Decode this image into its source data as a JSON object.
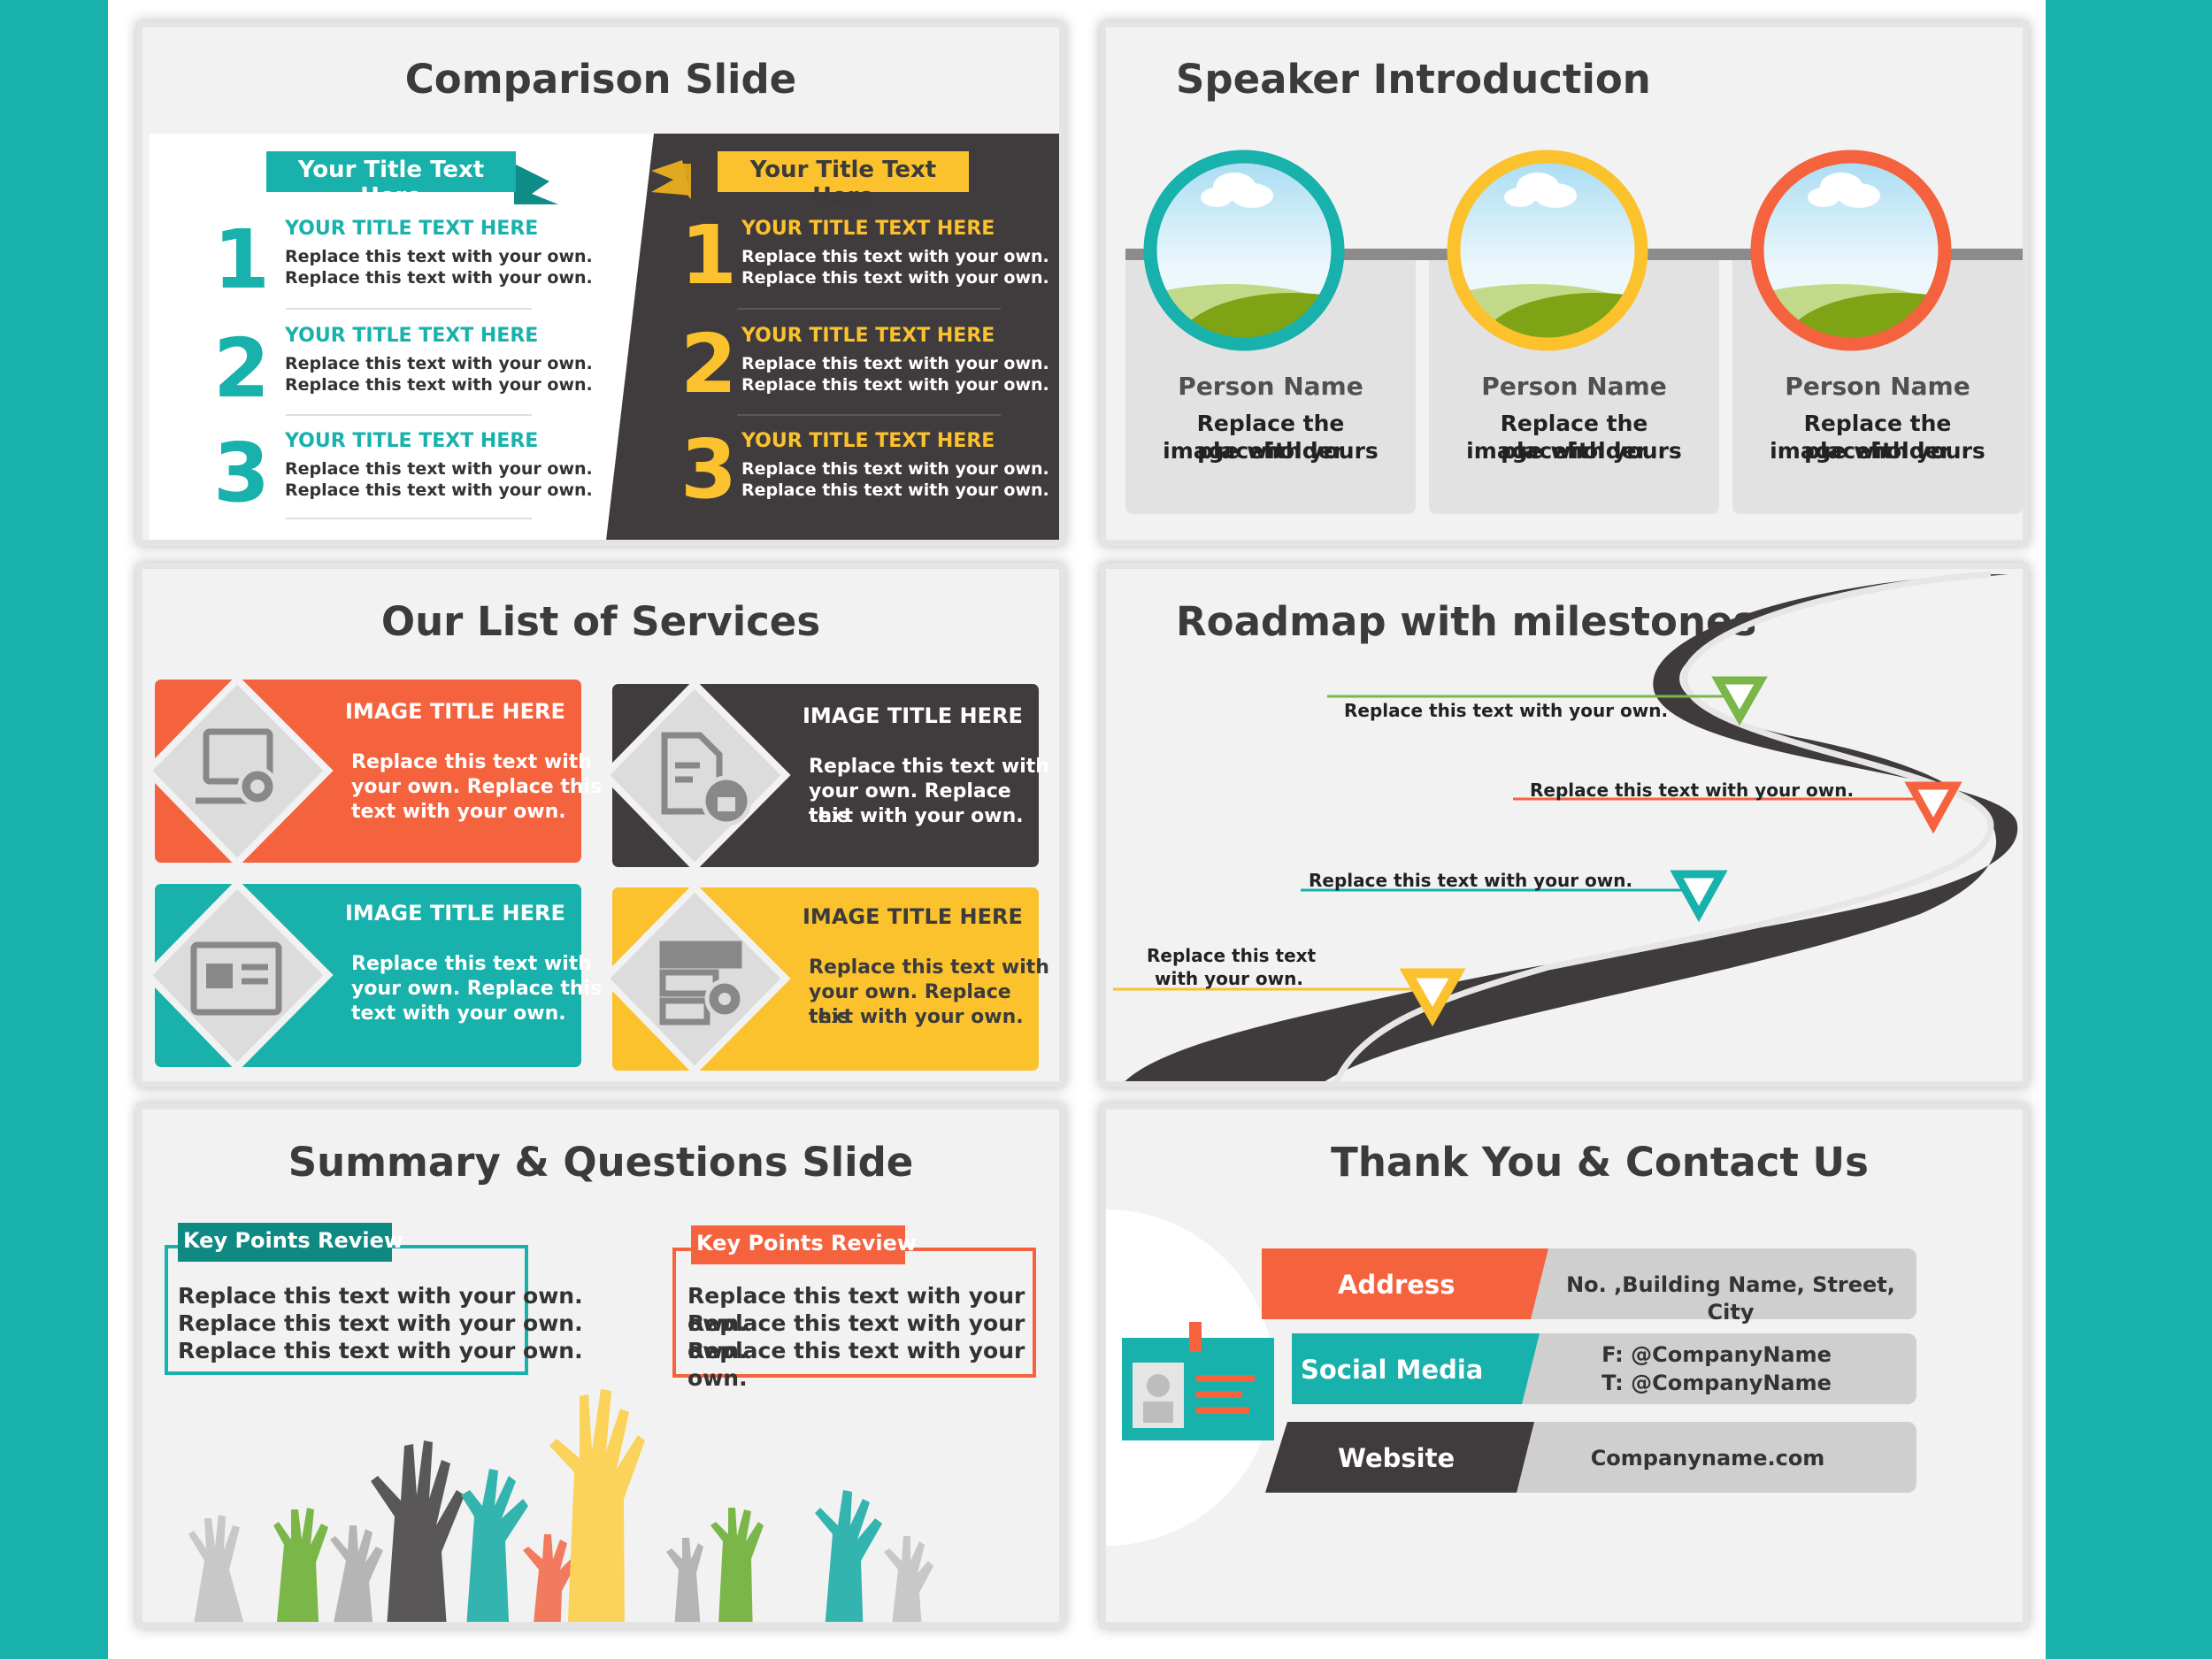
{
  "colors": {
    "teal": "#18b1ab",
    "orange": "#f5623e",
    "yellow": "#fbc22e",
    "dark": "#403b3d",
    "green": "#7ab648",
    "gray": "#c8c8c8"
  },
  "comparison": {
    "title": "Comparison Slide",
    "left_header": "Your Title Text Here",
    "right_header": "Your Title Text Here",
    "left_items": [
      {
        "num": "1",
        "title": "YOUR TITLE TEXT HERE",
        "line1": "Replace this text with your own.",
        "line2": "Replace this text with your own."
      },
      {
        "num": "2",
        "title": "YOUR TITLE TEXT HERE",
        "line1": "Replace this text with your own.",
        "line2": "Replace this text with your own."
      },
      {
        "num": "3",
        "title": "YOUR TITLE TEXT HERE",
        "line1": "Replace this text with your own.",
        "line2": "Replace this text with your own."
      }
    ],
    "right_items": [
      {
        "num": "1",
        "title": "YOUR TITLE TEXT HERE",
        "line1": "Replace this text with your own.",
        "line2": "Replace this text with your own."
      },
      {
        "num": "2",
        "title": "YOUR TITLE TEXT HERE",
        "line1": "Replace this text with your own.",
        "line2": "Replace this text with your own."
      },
      {
        "num": "3",
        "title": "YOUR TITLE TEXT HERE",
        "line1": "Replace this text with your own.",
        "line2": "Replace this text with your own."
      }
    ]
  },
  "speaker": {
    "title": "Speaker Introduction",
    "people": [
      {
        "name": "Person Name",
        "desc1": "Replace the placeholder",
        "desc2": "image with yours",
        "ring": "#18b1ab"
      },
      {
        "name": "Person Name",
        "desc1": "Replace the placeholder",
        "desc2": "image with yours",
        "ring": "#fbc22e"
      },
      {
        "name": "Person Name",
        "desc1": "Replace the placeholder",
        "desc2": "image with yours",
        "ring": "#f5623e"
      }
    ]
  },
  "services": {
    "title": "Our List of Services",
    "cards": [
      {
        "title": "IMAGE TITLE HERE",
        "l1": "Replace this text with",
        "l2": "your own. Replace this",
        "l3": "text with your own.",
        "icon": "computer-settings-icon",
        "color": "#f5623e"
      },
      {
        "title": "IMAGE TITLE HERE",
        "l1": "Replace this text with",
        "l2": "your own. Replace this",
        "l3": "text with your own.",
        "icon": "document-lock-icon",
        "color": "#403b3d"
      },
      {
        "title": "IMAGE TITLE HERE",
        "l1": "Replace this text with",
        "l2": "your own. Replace this",
        "l3": "text with your own.",
        "icon": "webpage-icon",
        "color": "#18b1ab"
      },
      {
        "title": "IMAGE TITLE HERE",
        "l1": "Replace this text with",
        "l2": "your own. Replace this",
        "l3": "text with your own.",
        "icon": "server-settings-icon",
        "color": "#fbc22e"
      }
    ]
  },
  "roadmap": {
    "title": "Roadmap with milestones",
    "milestones": [
      {
        "text": "Replace this text with your own.",
        "color": "#7ab648"
      },
      {
        "text": "Replace this text with your own.",
        "color": "#f5623e"
      },
      {
        "text": "Replace this text with your own.",
        "color": "#18b1ab"
      },
      {
        "line1": "Replace this text",
        "line2": "with your own.",
        "color": "#fbc22e"
      }
    ]
  },
  "summary": {
    "title": "Summary & Questions Slide",
    "boxes": [
      {
        "tag": "Key Points Review",
        "lines": [
          "Replace this text with your own.",
          "Replace this text with your own.",
          "Replace this text with your own."
        ],
        "color": "#18b1ab"
      },
      {
        "tag": "Key Points Review",
        "lines": [
          "Replace this text with your own.",
          "Replace this text with your own.",
          "Replace this text with your own."
        ],
        "color": "#f5623e"
      }
    ]
  },
  "contact": {
    "title": "Thank You & Contact Us",
    "address_label": "Address",
    "address_value": "No. ,Building Name, Street, City",
    "social_label": "Social Media",
    "social_fb": "F: @CompanyName",
    "social_tw": "T: @CompanyName",
    "website_label": "Website",
    "website_value": "Companyname.com"
  }
}
